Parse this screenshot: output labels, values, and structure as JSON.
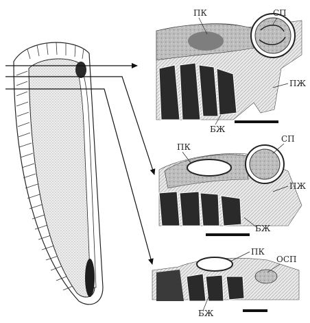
{
  "figure": {
    "panels": [
      {
        "id": "top",
        "labels": {
          "pk": "ПК",
          "sp": "СП",
          "pzh": "ПЖ",
          "bzh": "БЖ"
        }
      },
      {
        "id": "middle",
        "labels": {
          "pk": "ПК",
          "sp": "СП",
          "pzh": "ПЖ",
          "bzh": "БЖ"
        }
      },
      {
        "id": "bottom",
        "labels": {
          "pk": "ПК",
          "osp": "ОСП",
          "bzh": "БЖ"
        }
      }
    ]
  }
}
